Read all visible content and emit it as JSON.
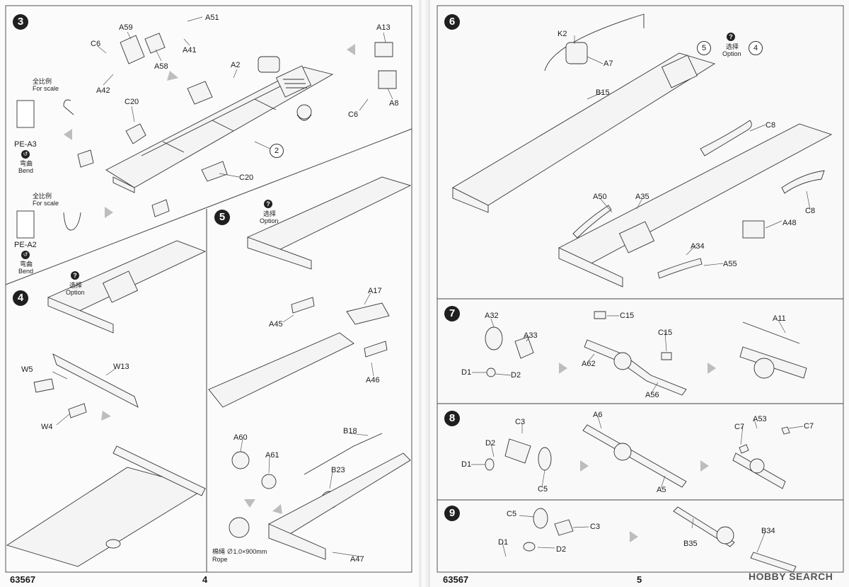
{
  "left_page": {
    "step3": {
      "number": "3",
      "parts": [
        "A51",
        "A59",
        "C6",
        "A41",
        "A58",
        "A42",
        "A2",
        "A13",
        "A8",
        "C6",
        "C20",
        "C20"
      ],
      "sub_ref": "2",
      "scale_note_1": {
        "zh": "全比例",
        "en": "For scale"
      },
      "pe1": {
        "id": "PE-A3",
        "zh": "弯曲",
        "en": "Bend"
      },
      "scale_note_2": {
        "zh": "全比例",
        "en": "For scale"
      },
      "pe2": {
        "id": "PE-A2",
        "zh": "弯曲",
        "en": "Bend"
      }
    },
    "step4": {
      "number": "4",
      "option": {
        "zh": "选择",
        "en": "Option"
      },
      "parts": [
        "W5",
        "W13",
        "W4"
      ]
    },
    "step5": {
      "number": "5",
      "option": {
        "zh": "选择",
        "en": "Option"
      },
      "parts": [
        "A17",
        "A45",
        "A46",
        "A60",
        "A61",
        "B18",
        "B23",
        "A47"
      ],
      "rope": {
        "zh": "棉绳 ∅1.0×900mm",
        "en": "Rope"
      }
    },
    "footer": {
      "kit_number": "63567",
      "page_number": "4"
    }
  },
  "right_page": {
    "step6": {
      "number": "6",
      "parts": [
        "K2",
        "A7",
        "B15",
        "C8",
        "A50",
        "A35",
        "C8",
        "A48",
        "A34",
        "A55"
      ],
      "ref_a": "5",
      "ref_b": "4",
      "option": {
        "zh": "选择",
        "en": "Option"
      }
    },
    "step7": {
      "number": "7",
      "parts": [
        "A32",
        "A33",
        "C15",
        "C15",
        "A11",
        "D1",
        "D2",
        "A62",
        "A56"
      ]
    },
    "step8": {
      "number": "8",
      "parts": [
        "C3",
        "A6",
        "A53",
        "C7",
        "C7",
        "D2",
        "D1",
        "C5",
        "A5"
      ]
    },
    "step9": {
      "number": "9",
      "parts": [
        "C5",
        "C3",
        "B34",
        "B35",
        "D1",
        "D2"
      ]
    },
    "footer": {
      "kit_number": "63567",
      "page_number": "5"
    }
  },
  "watermark": "HOBBY SEARCH",
  "colors": {
    "line": "#333333",
    "step_badge": "#1f1f1f",
    "paper": "#fbfbfb",
    "arrow": "#bdbdbd"
  }
}
